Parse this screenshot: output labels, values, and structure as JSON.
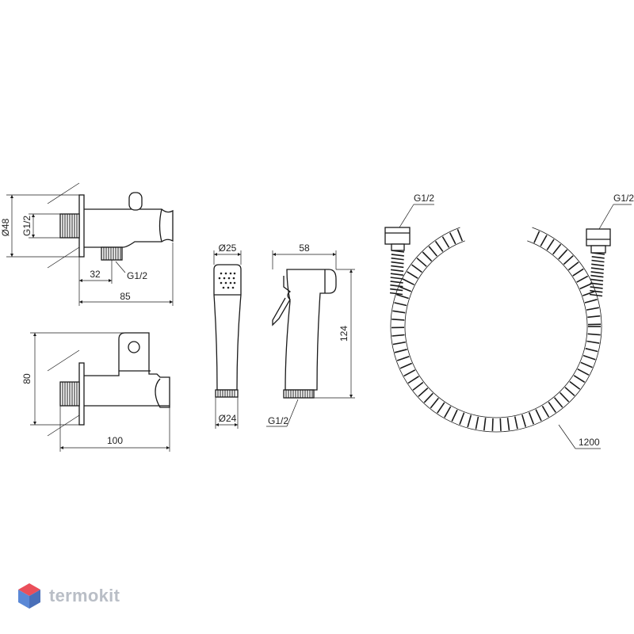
{
  "drawing": {
    "holder_top": {
      "diameter": "Ø48",
      "thread_left": "G1/2",
      "thread_bottom": "G1/2",
      "offset": "32",
      "length": "85"
    },
    "holder_side": {
      "height": "80",
      "length": "100"
    },
    "sprayer_front": {
      "top_diameter": "Ø25",
      "bottom_diameter": "Ø24"
    },
    "sprayer_side": {
      "width": "58",
      "height": "124",
      "thread": "G1/2"
    },
    "hose": {
      "thread_left": "G1/2",
      "thread_right": "G1/2",
      "length": "1200"
    }
  },
  "watermark": {
    "brand": "termokit",
    "colors": {
      "top": "#ea4f5a",
      "left": "#5a88d6",
      "right": "#4a6fb8"
    }
  }
}
